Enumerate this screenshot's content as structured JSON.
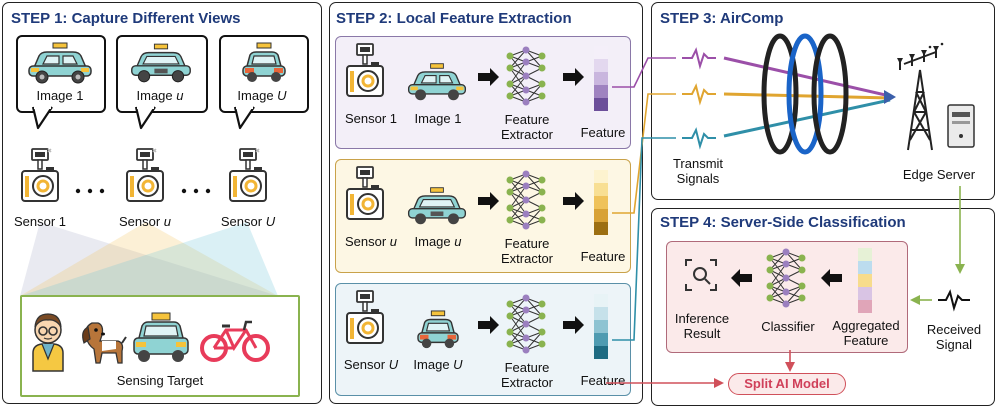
{
  "step1": {
    "title": "STEP 1: Capture Different Views",
    "images": [
      {
        "prefix": "Image ",
        "var": "1",
        "italic": false
      },
      {
        "prefix": "Image ",
        "var": "u",
        "italic": true
      },
      {
        "prefix": "Image ",
        "var": "U",
        "italic": true
      }
    ],
    "sensors": [
      {
        "prefix": "Sensor ",
        "var": "1",
        "italic": false
      },
      {
        "prefix": "Sensor ",
        "var": "u",
        "italic": true
      },
      {
        "prefix": "Sensor ",
        "var": "U",
        "italic": true
      }
    ],
    "sensing_target": "Sensing Target"
  },
  "step2": {
    "title": "STEP 2: Local Feature Extraction",
    "rows": [
      {
        "sensor_prefix": "Sensor ",
        "sensor_var": "1",
        "sensor_italic": false,
        "image_prefix": "Image ",
        "image_var": "1",
        "image_italic": false,
        "extractor": "Feature\nExtractor",
        "feature": "Feature",
        "border": "#8a78a8",
        "bg": "#f3eff8",
        "stack": [
          "#f4eff9",
          "#e3d8ef",
          "#c9b6de",
          "#9f83c0",
          "#6c4f9a"
        ]
      },
      {
        "sensor_prefix": "Sensor ",
        "sensor_var": "u",
        "sensor_italic": true,
        "image_prefix": "Image ",
        "image_var": "u",
        "image_italic": true,
        "extractor": "Feature\nExtractor",
        "feature": "Feature",
        "border": "#c9a24a",
        "bg": "#fdf7e4",
        "stack": [
          "#fdf3cf",
          "#f8df93",
          "#efc25a",
          "#d8a236",
          "#9c6f12"
        ]
      },
      {
        "sensor_prefix": "Sensor ",
        "sensor_var": "U",
        "sensor_italic": true,
        "image_prefix": "Image ",
        "image_var": "U",
        "image_italic": true,
        "extractor": "Feature\nExtractor",
        "feature": "Feature",
        "border": "#5a90a8",
        "bg": "#edf4f8",
        "stack": [
          "#e8f3f6",
          "#c6e1ea",
          "#8ec3d2",
          "#4f9bb1",
          "#1f6b82"
        ]
      }
    ]
  },
  "step3": {
    "title": "STEP 3: AirComp",
    "transmit": "Transmit\nSignals",
    "edge_server": "Edge Server"
  },
  "step4": {
    "title": "STEP 4: Server-Side Classification",
    "inference": "Inference\nResult",
    "classifier": "Classifier",
    "aggregated": "Aggregated\nFeature",
    "received": "Received\nSignal",
    "aggregated_stack": [
      "#e6f1d6",
      "#bcdcee",
      "#f7dc8c",
      "#d9c4e4",
      "#e0a5b8"
    ]
  },
  "split_model": "Split AI Model",
  "colors": {
    "title_blue": "#1f3a7a",
    "purple": "#9b4fa8",
    "gold": "#e0a530",
    "teal": "#2f8fa8",
    "ring_blue": "#1a64c8",
    "green": "#8ab34f",
    "red": "#d0505a"
  }
}
